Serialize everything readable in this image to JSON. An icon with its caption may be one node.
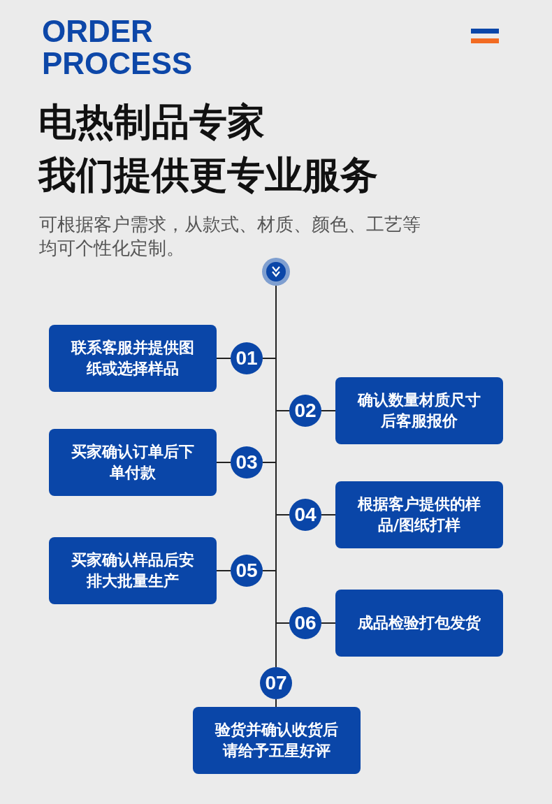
{
  "diagram": {
    "title": "ORDER PROCESS",
    "nodes": [
      {
        "text": [],
        "shape": "circle"
      },
      {
        "text": [
          "联系客服并提供图纸或选择样品"
        ]
      },
      {
        "text": [
          "01"
        ]
      },
      {
        "text": [
          "02"
        ]
      },
      {
        "text": [
          "确认数量材质尺寸后客服报价"
        ]
      },
      {
        "text": [
          "买家确认订单后下单付款"
        ]
      },
      {
        "text": [
          "03"
        ]
      },
      {
        "text": [
          "04"
        ]
      },
      {
        "text": [
          "根据客户提供的样品/图纸打样"
        ]
      },
      {
        "text": [
          "买家确认样品后安排大批量生产"
        ]
      },
      {
        "text": [
          "05"
        ]
      },
      {
        "text": [
          "06"
        ]
      },
      {
        "text": [
          "成品检验打包发货"
        ]
      },
      {
        "text": [
          "07"
        ]
      },
      {
        "text": [
          "验货并确认收货后请给予五星好评"
        ]
      }
    ],
    "edges": [
      {
        "from": 0,
        "to": 2,
        "arrow": "none"
      },
      {
        "from": 1,
        "to": 2,
        "arrow": "none"
      },
      {
        "from": 2,
        "to": 3,
        "arrow": "none"
      },
      {
        "from": 3,
        "to": 4,
        "arrow": "none"
      },
      {
        "from": 3,
        "to": 6,
        "arrow": "none"
      },
      {
        "from": 5,
        "to": 6,
        "arrow": "none"
      },
      {
        "from": 6,
        "to": 7,
        "arrow": "none"
      },
      {
        "from": 7,
        "to": 8,
        "arrow": "none"
      },
      {
        "from": 7,
        "to": 10,
        "arrow": "none"
      },
      {
        "from": 9,
        "to": 10,
        "arrow": "none"
      },
      {
        "from": 10,
        "to": 11,
        "arrow": "none"
      },
      {
        "from": 11,
        "to": 12,
        "arrow": "none"
      },
      {
        "from": 11,
        "to": 13,
        "arrow": "none"
      },
      {
        "from": 13,
        "to": 14,
        "arrow": "none"
      }
    ],
    "labels": [
      "电热制品专家",
      "我们提供更专业服务",
      "可根据客户需求，从款式、材质、颜色、工艺等均可个性化定制。"
    ]
  }
}
